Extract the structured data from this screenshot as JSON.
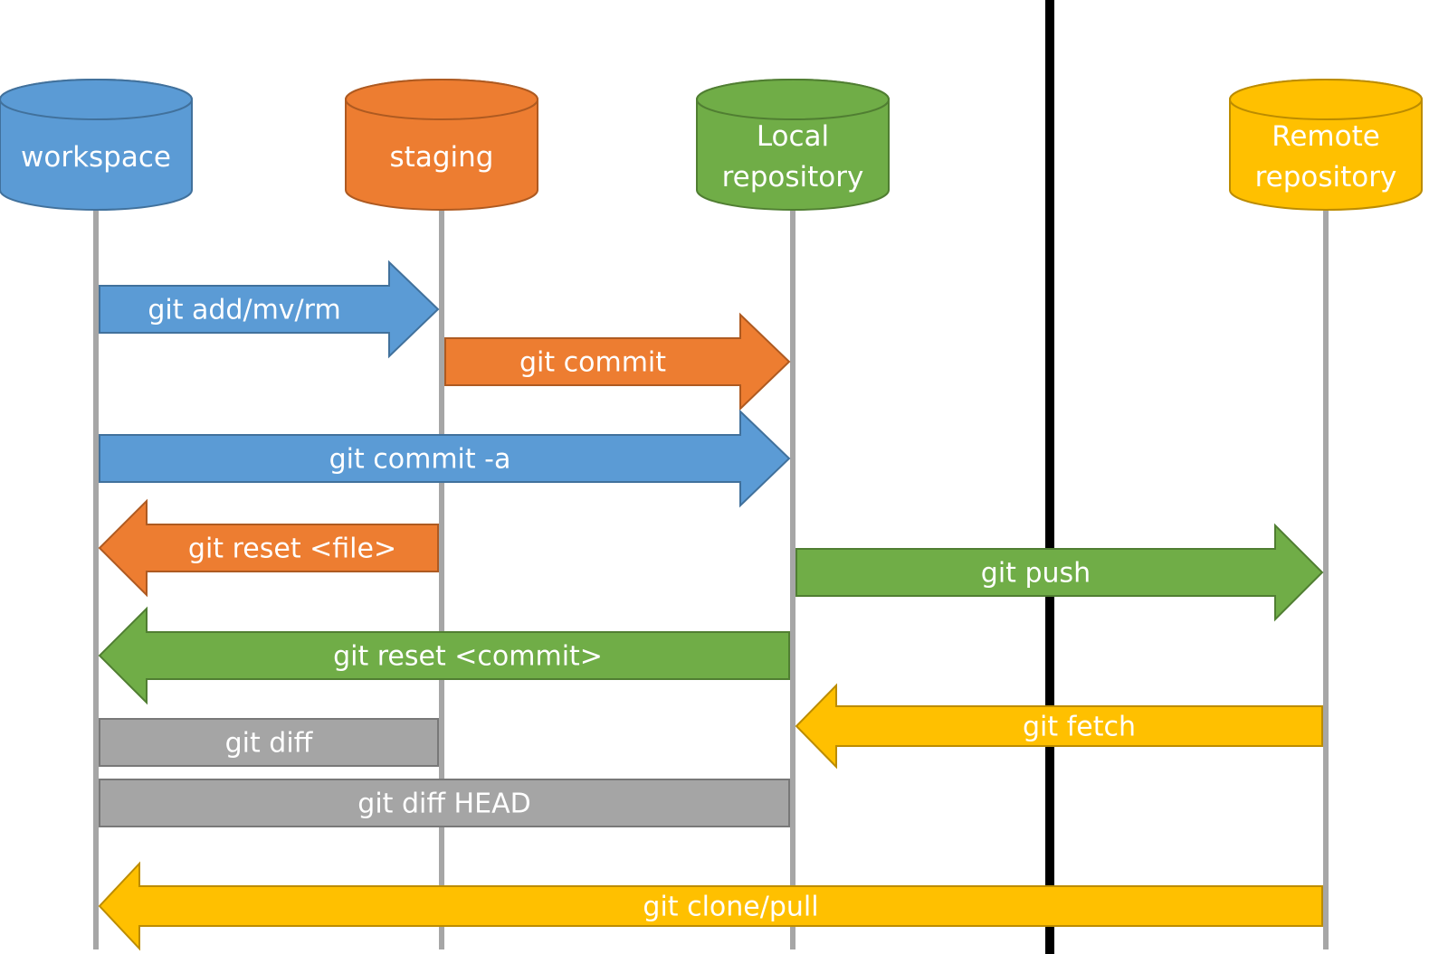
{
  "colors": {
    "blue": "#5b9bd5",
    "blue_edge": "#41719c",
    "orange": "#ed7d31",
    "orange_edge": "#ae5a21",
    "green": "#70ad47",
    "green_edge": "#507e32",
    "yellow": "#ffc000",
    "yellow_edge": "#bc8c00",
    "gray": "#a5a5a5",
    "gray_edge": "#787878",
    "lifeline": "#a6a6a6",
    "divider": "#000000"
  },
  "nodes": [
    {
      "id": "workspace",
      "lines": [
        "workspace"
      ],
      "color": "blue"
    },
    {
      "id": "staging",
      "lines": [
        "staging"
      ],
      "color": "orange"
    },
    {
      "id": "local",
      "lines": [
        "Local",
        "repository"
      ],
      "color": "green"
    },
    {
      "id": "remote",
      "lines": [
        "Remote",
        "repository"
      ],
      "color": "yellow"
    }
  ],
  "commands": [
    {
      "label": "git add/mv/rm",
      "from": "workspace",
      "to": "staging",
      "color": "blue",
      "shape": "arrow"
    },
    {
      "label": "git commit",
      "from": "staging",
      "to": "local",
      "color": "orange",
      "shape": "arrow"
    },
    {
      "label": "git commit -a",
      "from": "workspace",
      "to": "local",
      "color": "blue",
      "shape": "arrow"
    },
    {
      "label": "git reset <file>",
      "from": "staging",
      "to": "workspace",
      "color": "orange",
      "shape": "arrow"
    },
    {
      "label": "git push",
      "from": "local",
      "to": "remote",
      "color": "green",
      "shape": "arrow"
    },
    {
      "label": "git reset <commit>",
      "from": "local",
      "to": "workspace",
      "color": "green",
      "shape": "arrow"
    },
    {
      "label": "git fetch",
      "from": "remote",
      "to": "local",
      "color": "yellow",
      "shape": "arrow"
    },
    {
      "label": "git diff",
      "from": "workspace",
      "to": "staging",
      "color": "gray",
      "shape": "bar"
    },
    {
      "label": "git diff HEAD",
      "from": "workspace",
      "to": "local",
      "color": "gray",
      "shape": "bar"
    },
    {
      "label": "git clone/pull",
      "from": "remote",
      "to": "workspace",
      "color": "yellow",
      "shape": "arrow"
    }
  ]
}
